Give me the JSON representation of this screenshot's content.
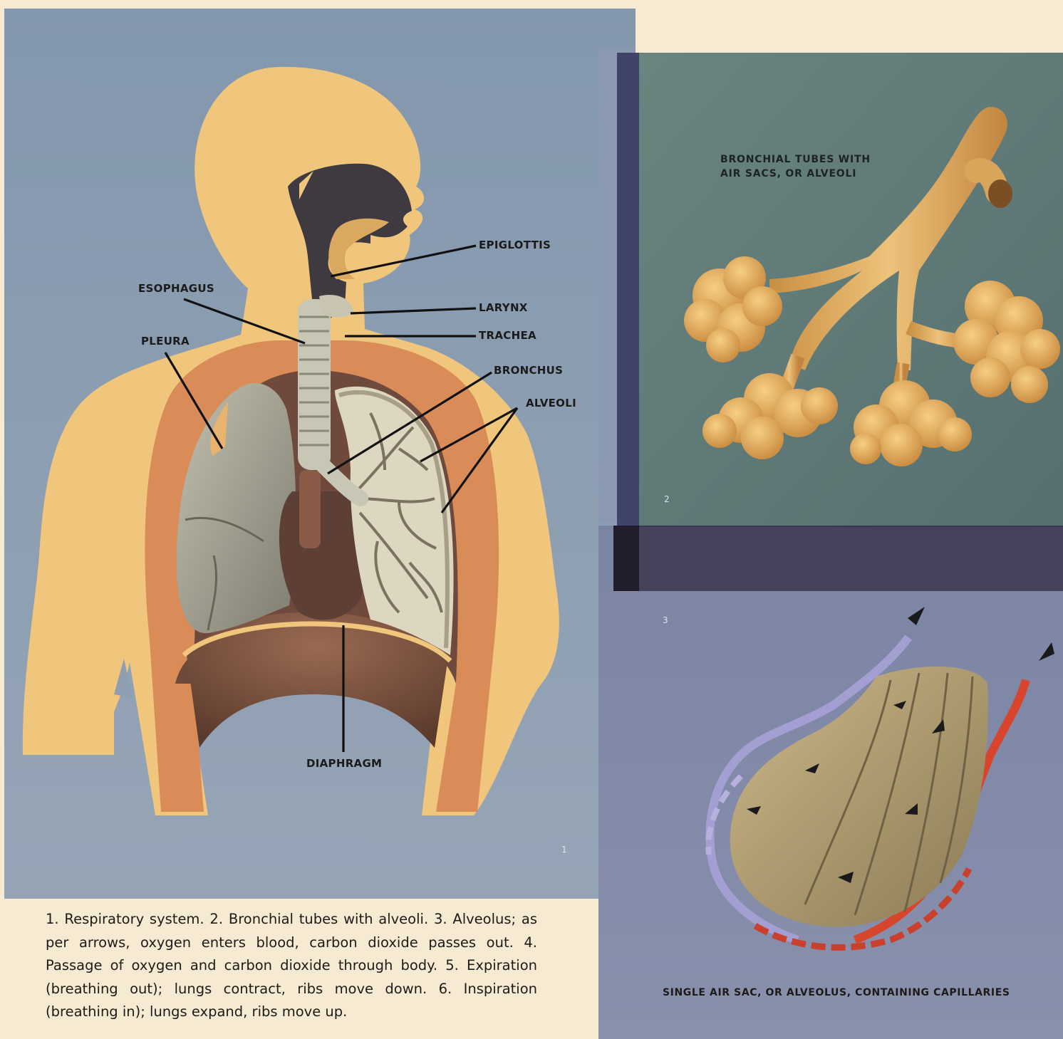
{
  "panel1": {
    "labels": {
      "epiglottis": "EPIGLOTTIS",
      "esophagus": "ESOPHAGUS",
      "larynx": "LARYNX",
      "trachea": "TRACHEA",
      "pleura": "PLEURA",
      "bronchus": "BRONCHUS",
      "alveoli": "ALVEOLI",
      "diaphragm": "DIAPHRAGM"
    },
    "number": "1"
  },
  "panel2": {
    "title": "BRONCHIAL TUBES WITH AIR SACS, OR ALVEOLI",
    "number": "2"
  },
  "panel3": {
    "caption": "SINGLE AIR SAC, OR ALVEOLUS, CONTAINING CAPILLARIES",
    "number": "3"
  },
  "caption": "1. Respiratory system. 2. Bronchial tubes with alveoli. 3. Alveolus; as per arrows, oxygen enters blood, carbon dioxide passes out. 4. Passage of oxygen and carbon dioxide through body. 5. Expiration (breathing out); lungs contract, ribs move down. 6. Inspiration (breathing in); lungs expand, ribs move up.",
  "colors": {
    "panel1_bg": "#8c9fb3",
    "body_skin": "#efc47a",
    "rib_wall": "#d68a52",
    "lung": "#a7a595",
    "panel2_bg": "#6b8480",
    "panel3_bg": "#7f87a6",
    "tube": "#e3b262",
    "vein": "#9f9cd3",
    "artery": "#d9482f",
    "paper": "#f6ead2"
  }
}
